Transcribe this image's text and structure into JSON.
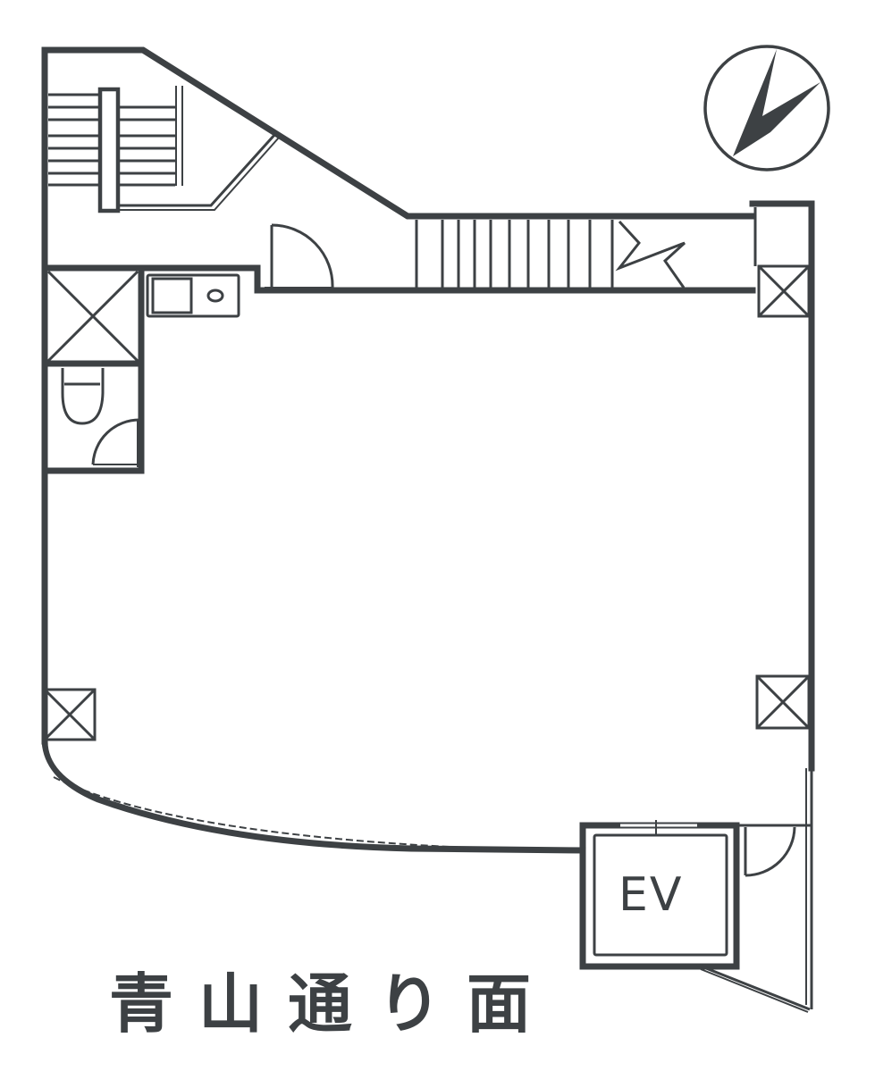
{
  "floor_plan": {
    "street_label": "青山通り面",
    "elevator_label": "EV",
    "colors": {
      "line": "#3d4144",
      "background": "#ffffff"
    },
    "elements": [
      "north-arrow-compass",
      "staircase-upper-left",
      "staircase-top",
      "entrance-door",
      "kitchenette-sink",
      "pipe-shaft-left",
      "toilet",
      "toilet-door",
      "pipe-shaft-top-right",
      "pipe-shaft-right",
      "pipe-shaft-lower-left",
      "curved-window-wall",
      "elevator",
      "service-door"
    ]
  }
}
